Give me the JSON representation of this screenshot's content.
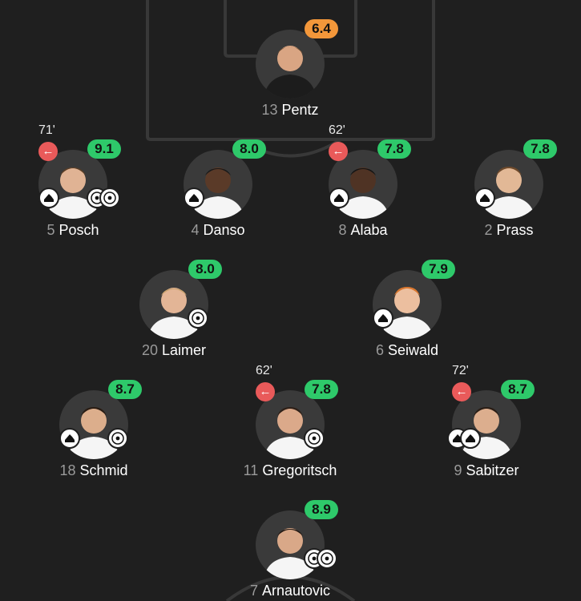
{
  "colors": {
    "background": "#1f1f1f",
    "rating_green": "#2ec96a",
    "rating_orange": "#f3973a",
    "sub_red": "#e95a5a"
  },
  "players": [
    {
      "id": "pentz",
      "number": "13",
      "name": "Pentz",
      "rating": "6.4",
      "rating_color": "orange",
      "sub_minute": "",
      "boot": false,
      "balls": 0
    },
    {
      "id": "posch",
      "number": "5",
      "name": "Posch",
      "rating": "9.1",
      "rating_color": "green",
      "sub_minute": "71'",
      "boot": true,
      "balls": 2
    },
    {
      "id": "danso",
      "number": "4",
      "name": "Danso",
      "rating": "8.0",
      "rating_color": "green",
      "sub_minute": "",
      "boot": true,
      "balls": 0
    },
    {
      "id": "alaba",
      "number": "8",
      "name": "Alaba",
      "rating": "7.8",
      "rating_color": "green",
      "sub_minute": "62'",
      "boot": true,
      "balls": 0
    },
    {
      "id": "prass",
      "number": "2",
      "name": "Prass",
      "rating": "7.8",
      "rating_color": "green",
      "sub_minute": "",
      "boot": true,
      "balls": 0
    },
    {
      "id": "laimer",
      "number": "20",
      "name": "Laimer",
      "rating": "8.0",
      "rating_color": "green",
      "sub_minute": "",
      "boot": false,
      "balls": 1
    },
    {
      "id": "seiwald",
      "number": "6",
      "name": "Seiwald",
      "rating": "7.9",
      "rating_color": "green",
      "sub_minute": "",
      "boot": true,
      "balls": 0
    },
    {
      "id": "schmid",
      "number": "18",
      "name": "Schmid",
      "rating": "8.7",
      "rating_color": "green",
      "sub_minute": "",
      "boot": true,
      "balls": 1
    },
    {
      "id": "gregoritsch",
      "number": "11",
      "name": "Gregoritsch",
      "rating": "7.8",
      "rating_color": "green",
      "sub_minute": "62'",
      "boot": false,
      "balls": 1
    },
    {
      "id": "sabitzer",
      "number": "9",
      "name": "Sabitzer",
      "rating": "8.7",
      "rating_color": "green",
      "sub_minute": "72'",
      "boot": true,
      "boot2": true,
      "balls": 0
    },
    {
      "id": "arnautovic",
      "number": "7",
      "name": "Arnautovic",
      "rating": "8.9",
      "rating_color": "green",
      "sub_minute": "",
      "boot": false,
      "balls": 2
    }
  ],
  "icons": {
    "sub_off": "arrow-left-icon",
    "assist": "boot-icon",
    "goal": "ball-icon"
  }
}
